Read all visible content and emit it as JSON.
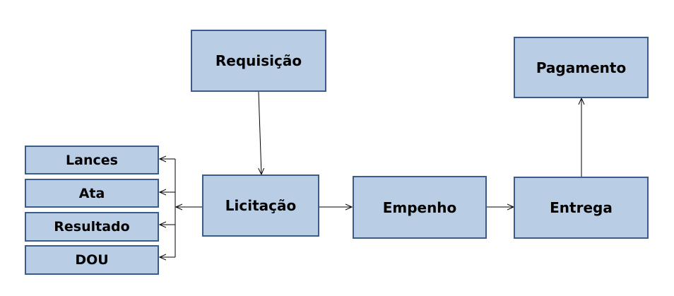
{
  "boxes": {
    "requisicao": "Requisição",
    "pagamento": "Pagamento",
    "licitacao": "Licitação",
    "empenho": "Empenho",
    "entrega": "Entrega",
    "lances": "Lances",
    "ata": "Ata",
    "resultado": "Resultado",
    "dou": "DOU"
  },
  "colors": {
    "box_fill": "#b9cde5",
    "box_border": "#385d8a",
    "line": "#000000"
  }
}
